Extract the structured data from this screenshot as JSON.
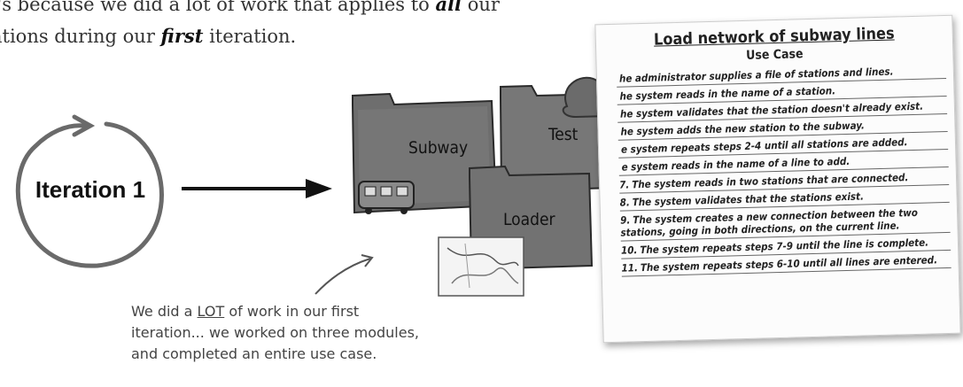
{
  "intro": {
    "line1_text": "t's because we did a lot of work that applies to ",
    "line1_emph": "all",
    "line1_tail": " our",
    "line2_text": "ations during our ",
    "line2_emph": "first",
    "line2_tail": " iteration."
  },
  "iteration": {
    "label": "Iteration 1"
  },
  "folders": {
    "subway": "Subway",
    "test": "Test",
    "loader": "Loader"
  },
  "note": {
    "pre": "We did a ",
    "emph": "LOT",
    "post": " of work in our first",
    "line2": "iteration... we worked on three modules,",
    "line3": "and completed an entire use case."
  },
  "use_case": {
    "title": "Load network of subway lines",
    "subtitle": "Use Case",
    "steps": [
      {
        "num": "",
        "text": "he administrator supplies a file of stations and lines."
      },
      {
        "num": "",
        "text": "he system reads in the name of a station."
      },
      {
        "num": "",
        "text": "he system validates that the station doesn't already exist."
      },
      {
        "num": "",
        "text": "he system adds the new station to the subway."
      },
      {
        "num": "",
        "text": "e system repeats steps 2-4 until all stations are added."
      },
      {
        "num": "",
        "text": "e system reads in the name of a line to add."
      },
      {
        "num": "7.",
        "text": "The system reads in two stations that are connected."
      },
      {
        "num": "8.",
        "text": "The system validates that the stations exist."
      },
      {
        "num": "9.",
        "text": "The system creates a new connection between the two stations, going in both directions, on the current line."
      },
      {
        "num": "10.",
        "text": "The system repeats steps 7-9 until the line is complete."
      },
      {
        "num": "11.",
        "text": "The system repeats steps 6-10 until all lines are entered."
      }
    ]
  },
  "colors": {
    "folder": "#707070",
    "ink": "#111111",
    "cloud": "#6b6b6b"
  }
}
